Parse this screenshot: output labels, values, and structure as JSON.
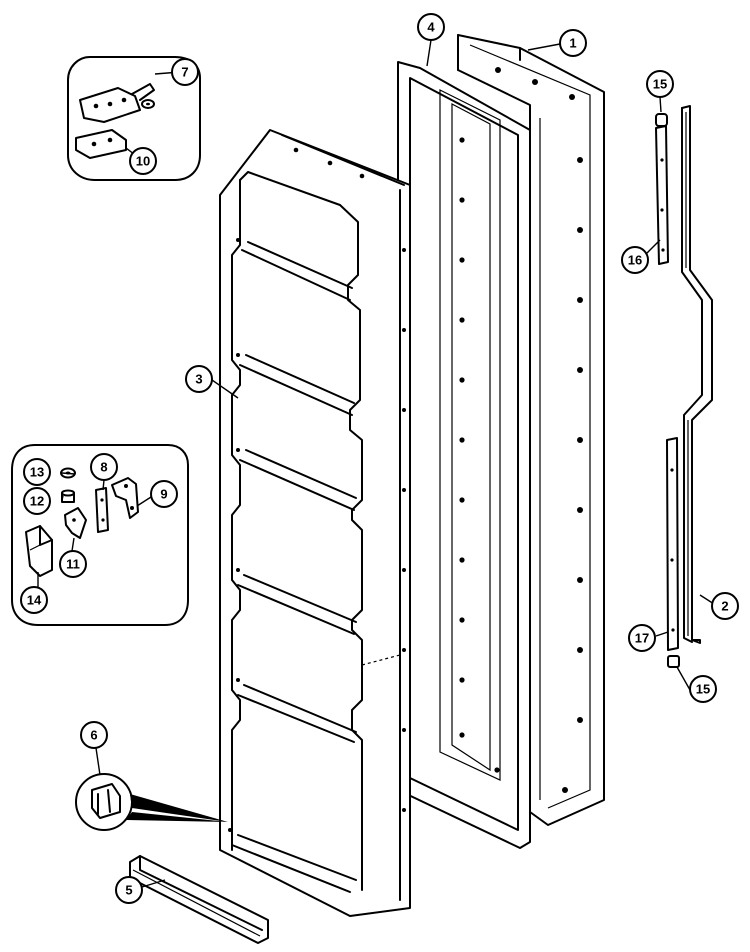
{
  "callouts": [
    {
      "id": "c1",
      "label": "1"
    },
    {
      "id": "c2",
      "label": "2"
    },
    {
      "id": "c3",
      "label": "3"
    },
    {
      "id": "c4",
      "label": "4"
    },
    {
      "id": "c5",
      "label": "5"
    },
    {
      "id": "c6",
      "label": "6"
    },
    {
      "id": "c7",
      "label": "7"
    },
    {
      "id": "c8",
      "label": "8"
    },
    {
      "id": "c9",
      "label": "9"
    },
    {
      "id": "c10",
      "label": "10"
    },
    {
      "id": "c11",
      "label": "11"
    },
    {
      "id": "c12",
      "label": "12"
    },
    {
      "id": "c13",
      "label": "13"
    },
    {
      "id": "c14",
      "label": "14"
    },
    {
      "id": "c15a",
      "label": "15"
    },
    {
      "id": "c15b",
      "label": "15"
    },
    {
      "id": "c16",
      "label": "16"
    },
    {
      "id": "c17",
      "label": "17"
    }
  ]
}
